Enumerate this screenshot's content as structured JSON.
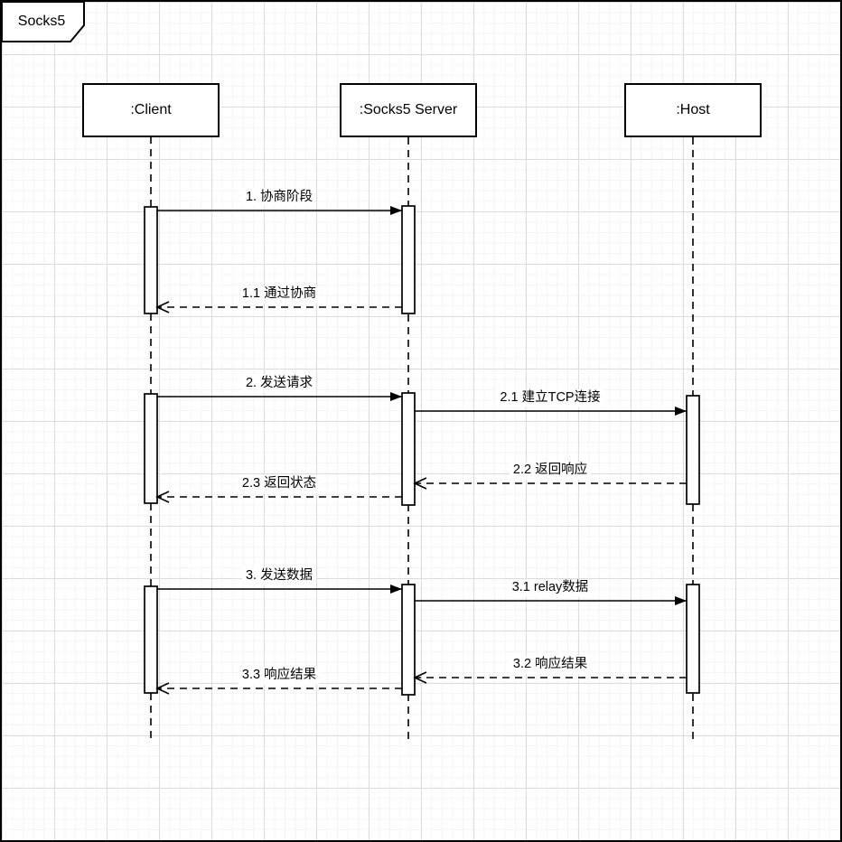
{
  "frame": {
    "title": "Socks5"
  },
  "actors": [
    {
      "id": "client",
      "name": ":Client"
    },
    {
      "id": "server",
      "name": ":Socks5 Server"
    },
    {
      "id": "host",
      "name": ":Host"
    }
  ],
  "messages": [
    {
      "label": "1. 协商阶段",
      "from": ":Client",
      "to": ":Socks5 Server",
      "line": "solid"
    },
    {
      "label": "1.1 通过协商",
      "from": ":Socks5 Server",
      "to": ":Client",
      "line": "dashed"
    },
    {
      "label": "2. 发送请求",
      "from": ":Client",
      "to": ":Socks5 Server",
      "line": "solid"
    },
    {
      "label": "2.1 建立TCP连接",
      "from": ":Socks5 Server",
      "to": ":Host",
      "line": "solid"
    },
    {
      "label": "2.2 返回响应",
      "from": ":Host",
      "to": ":Socks5 Server",
      "line": "dashed"
    },
    {
      "label": "2.3 返回状态",
      "from": ":Socks5 Server",
      "to": ":Client",
      "line": "dashed"
    },
    {
      "label": "3. 发送数据",
      "from": ":Client",
      "to": ":Socks5 Server",
      "line": "solid"
    },
    {
      "label": "3.1 relay数据",
      "from": ":Socks5 Server",
      "to": ":Host",
      "line": "solid"
    },
    {
      "label": "3.2 响应结果",
      "from": ":Host",
      "to": ":Socks5 Server",
      "line": "dashed"
    },
    {
      "label": "3.3 响应结果",
      "from": ":Socks5 Server",
      "to": ":Client",
      "line": "dashed"
    }
  ],
  "colors": {
    "stroke": "#000000",
    "shape_fill": "#ffffff",
    "grid_minor": "#f4f4f4",
    "grid_major": "#dcdcdc",
    "background": "#ffffff"
  }
}
